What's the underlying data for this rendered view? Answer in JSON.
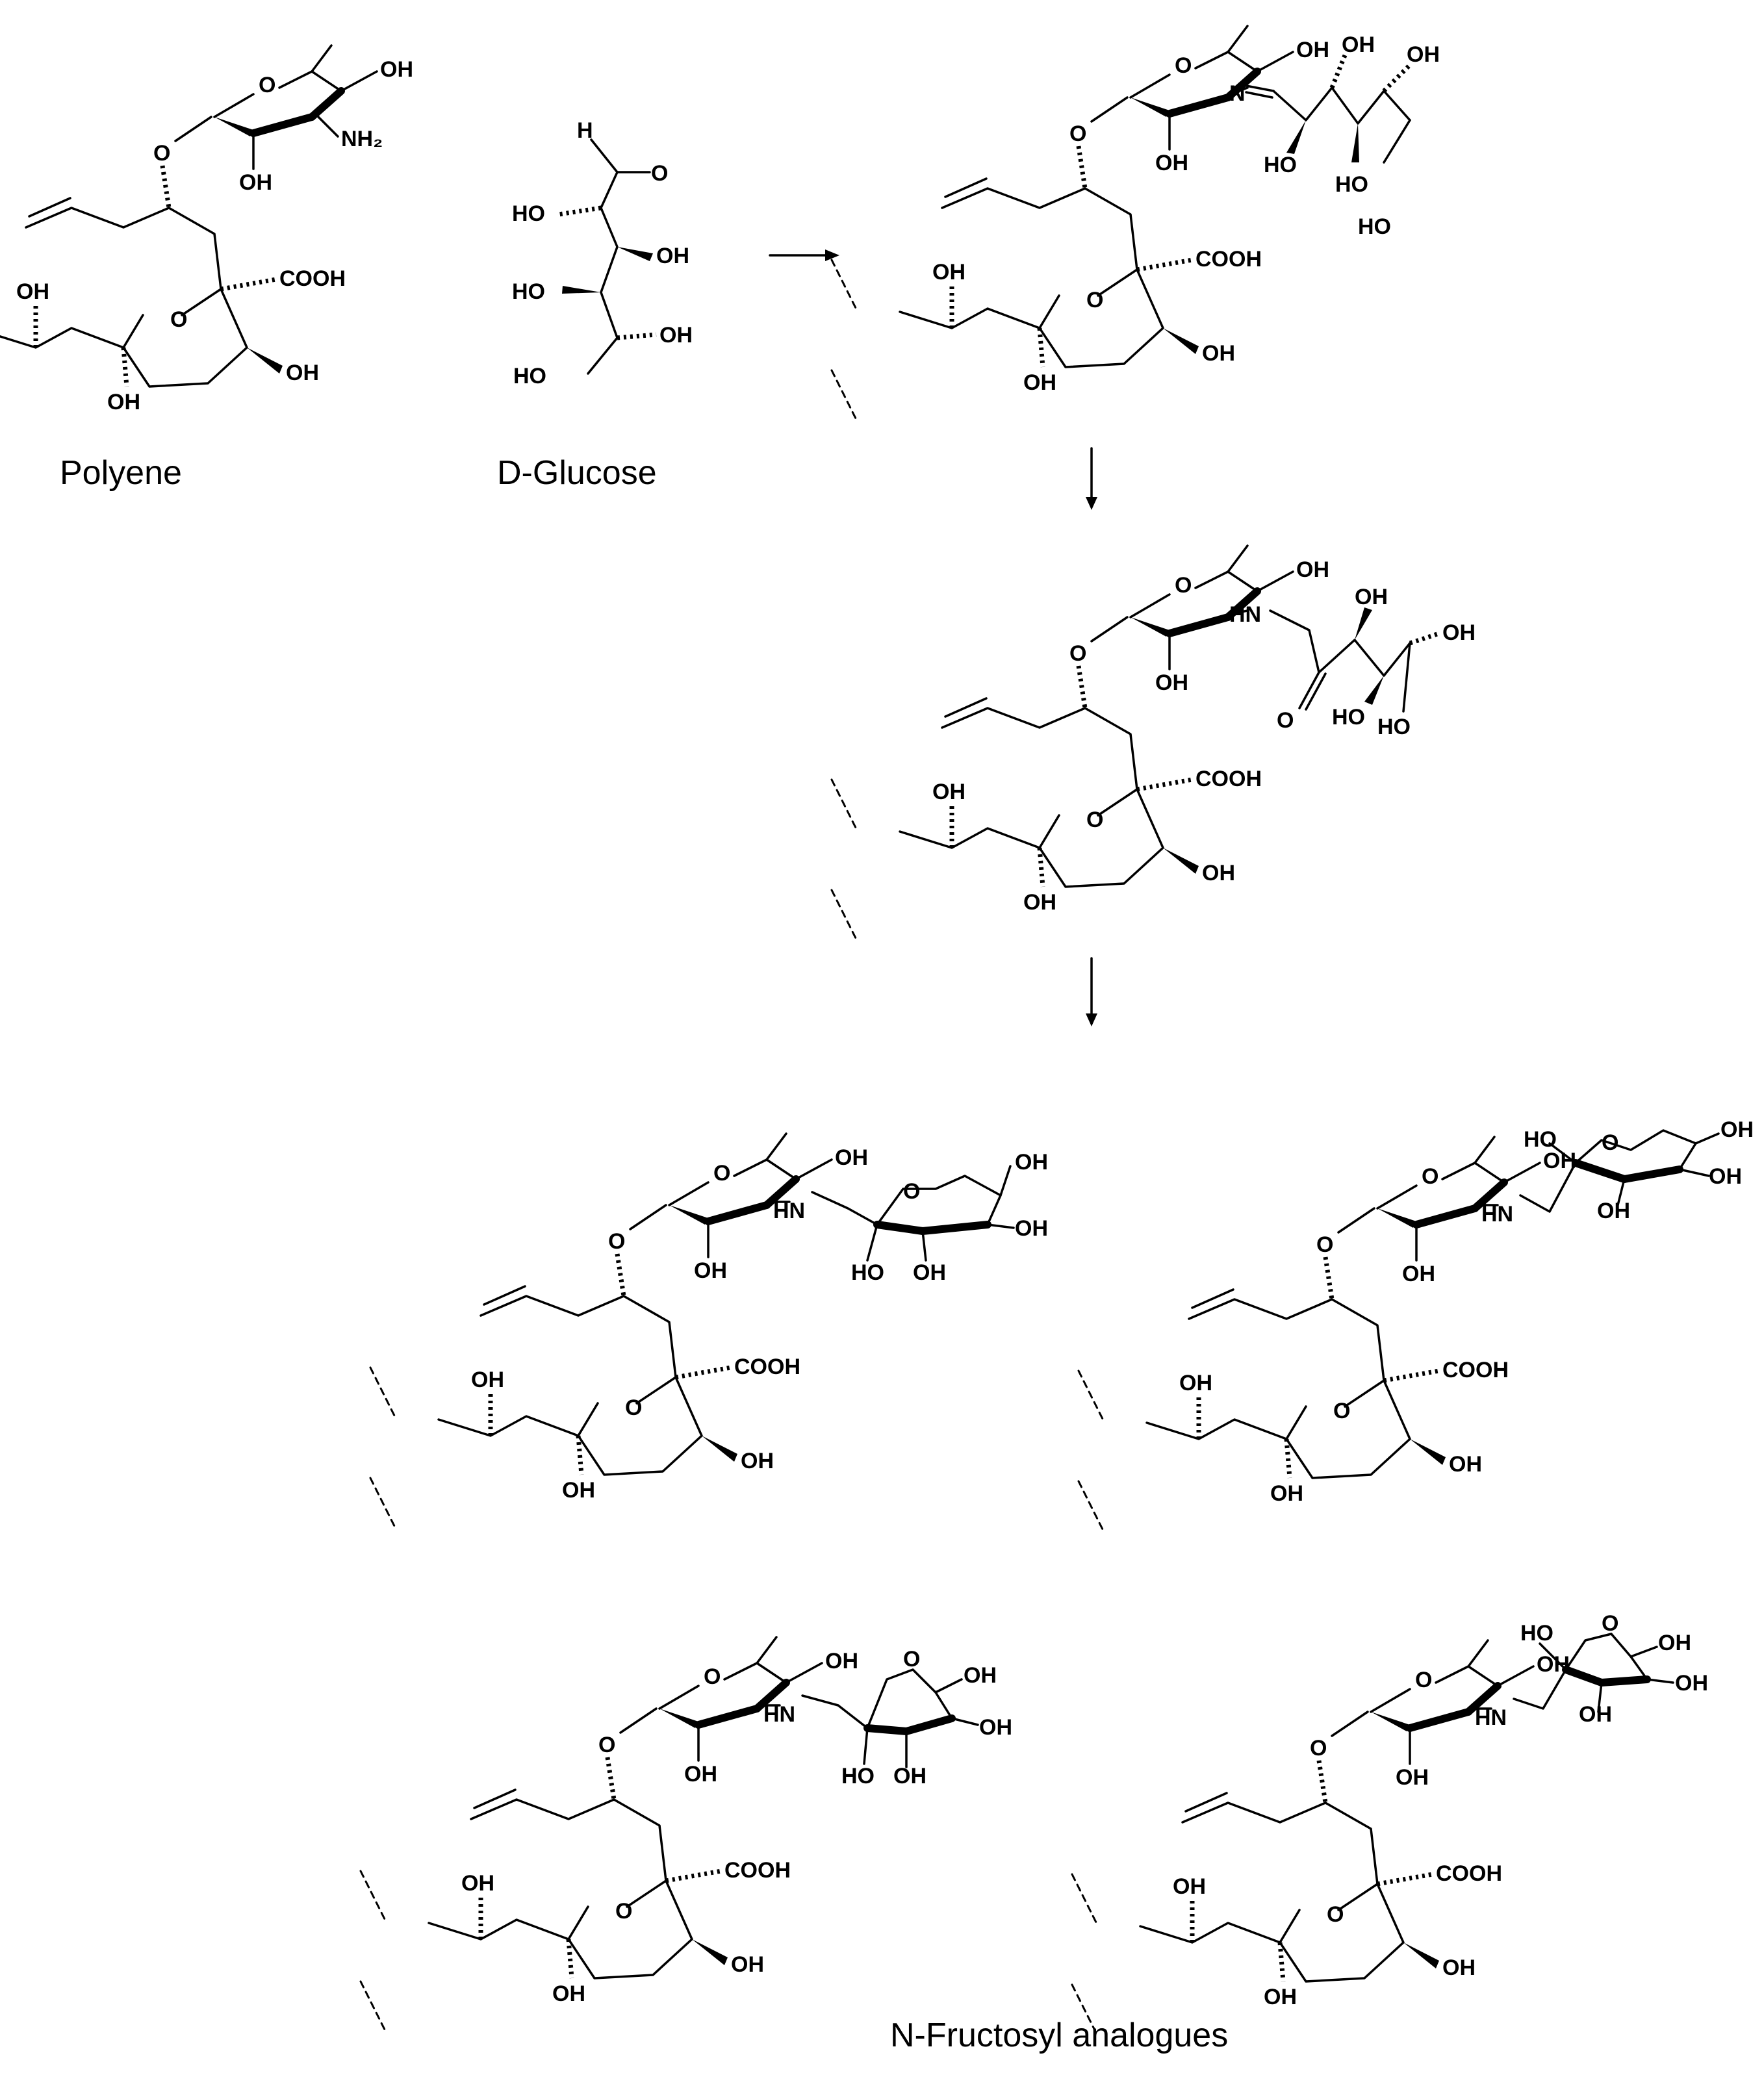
{
  "captions": {
    "polyene": "Polyene",
    "glucose": "D-Glucose",
    "analogues": "N-Fructosyl analogues"
  },
  "atoms": {
    "O": "O",
    "OH": "OH",
    "HO": "HO",
    "NH2": "NH₂",
    "NH": "HN",
    "N": "N",
    "H": "H",
    "COOH": "COOH",
    "CHO_H": "H"
  },
  "scheme": {
    "steps": 3,
    "structures": [
      "polyene",
      "d-glucose",
      "schiff-base",
      "amadori-product",
      "fructosyl-pyranose-alpha",
      "fructosyl-pyranose-beta",
      "fructosyl-furanose-alpha",
      "fructosyl-furanose-beta"
    ]
  }
}
